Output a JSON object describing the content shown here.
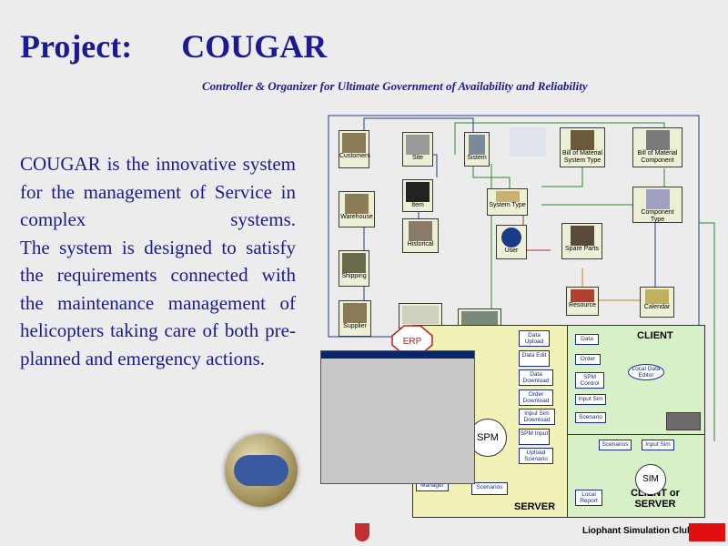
{
  "title": "Project:      COUGAR",
  "subtitle": "Controller & Organizer for Ultimate Government of Availability and Reliability",
  "description": [
    "COUGAR is the innovative system for the management of Service in complex systems.",
    "The system is designed to satisfy the requirements connected with the maintenance management of helicopters taking care of both pre-planned and emergency actions."
  ],
  "diagram": {
    "nodes": {
      "customers": "Customers",
      "site": "Site",
      "system": "Sistem",
      "bom_system": "Bill of Material System Type",
      "bom_component": "Bill of Material Component",
      "warehouse": "Warehouse",
      "item": "Item",
      "historical": "Historical",
      "system_type": "System Type",
      "component_type": "Component Type",
      "user": "User",
      "spare_parts": "Spare Parts",
      "shipping": "Shipping",
      "supplier": "Supplier",
      "resource": "Resource",
      "calendar": "Calendar"
    },
    "erp": "ERP",
    "server": {
      "label": "SERVER",
      "spm": "SPM",
      "boxes": {
        "data_upload": "Data Upload",
        "data_edit": "Data Edit",
        "data_download": "Data Download",
        "order_download": "Order Download",
        "input_sim_download": "Input Sim Download",
        "spm_input": "SPM Input",
        "upload_scenario": "Upload Scenario",
        "manager": "Manager",
        "scenarios": "Scenarios"
      }
    },
    "client": {
      "label": "CLIENT",
      "boxes": {
        "data": "Data",
        "order": "Order",
        "spm_control": "SPM Control",
        "input_sim": "Input Sim",
        "scenario": "Scenario",
        "local_data_editor": "Local Data Editor"
      }
    },
    "client_server": {
      "label": "CLIENT or SERVER",
      "sim": "SIM",
      "boxes": {
        "scenarios": "Scenarios",
        "input_sim": "Input Sim",
        "local_report": "Local Report"
      }
    }
  },
  "footer": {
    "club": "Liophant Simulation Club"
  },
  "colors": {
    "title": "#1a1a96",
    "background": "#ececec",
    "server_panel": "#f2f2b8",
    "client_panel": "#d7f0c8"
  }
}
